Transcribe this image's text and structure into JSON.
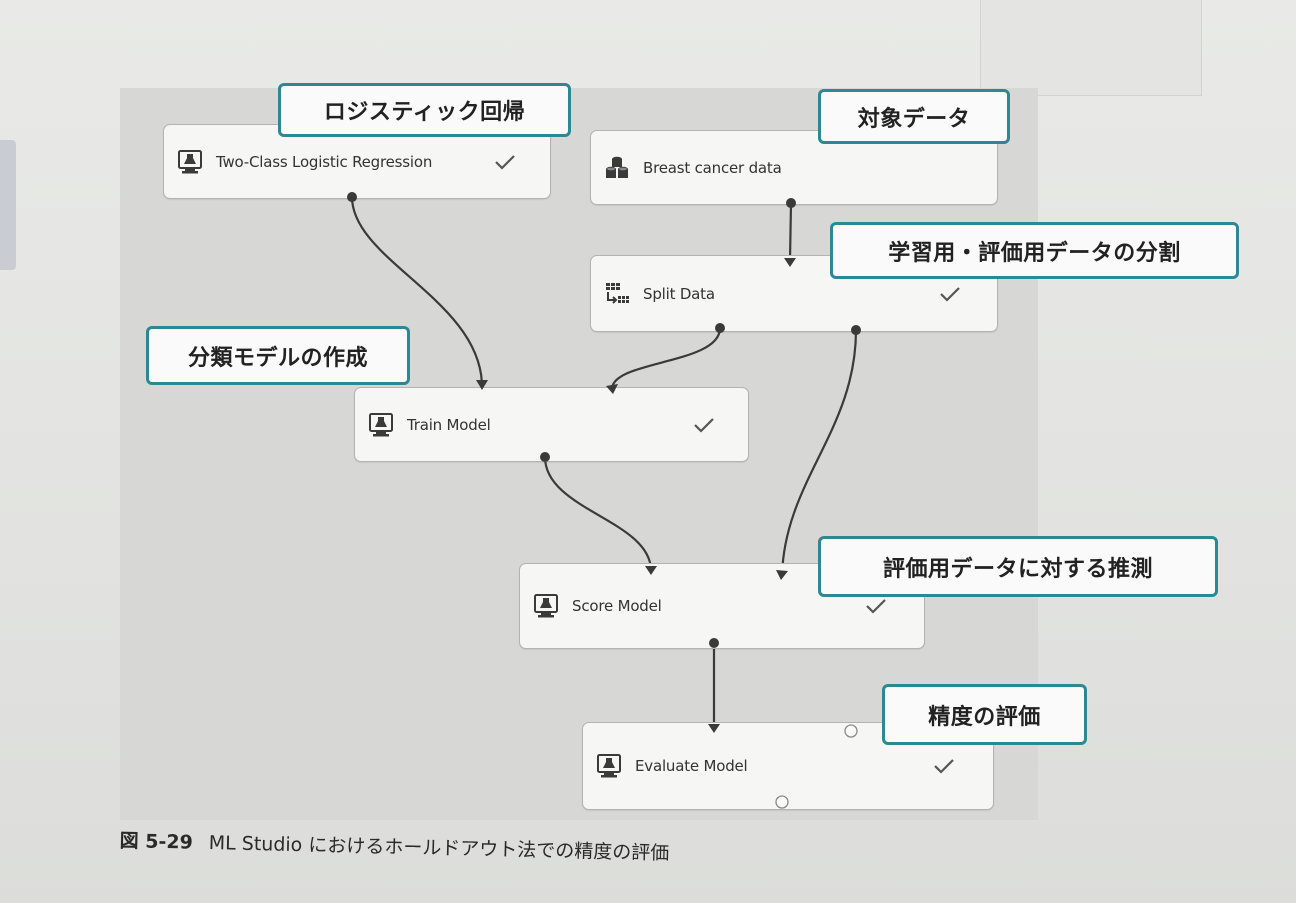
{
  "nodes": {
    "logistic": {
      "label": "Two-Class Logistic Regression",
      "icon": "flask-icon",
      "status": "completed"
    },
    "breast": {
      "label": "Breast cancer data",
      "icon": "dataset-icon",
      "status": "none"
    },
    "split": {
      "label": "Split Data",
      "icon": "split-data-icon",
      "status": "completed"
    },
    "train": {
      "label": "Train Model",
      "icon": "flask-icon",
      "status": "completed"
    },
    "score": {
      "label": "Score Model",
      "icon": "flask-icon",
      "status": "completed"
    },
    "evaluate": {
      "label": "Evaluate Model",
      "icon": "flask-icon",
      "status": "completed"
    }
  },
  "callouts": {
    "logistic": "ロジスティック回帰",
    "data": "対象データ",
    "split": "学習用・評価用データの分割",
    "train": "分類モデルの作成",
    "score": "評価用データに対する推測",
    "evaluate": "精度の評価"
  },
  "caption": {
    "figure": "図 5-29",
    "text": "ML Studio におけるホールドアウト法での精度の評価"
  },
  "colors": {
    "callout_border": "#2e8893",
    "canvas": "#d7d7d5",
    "node_bg": "#f6f6f5"
  }
}
